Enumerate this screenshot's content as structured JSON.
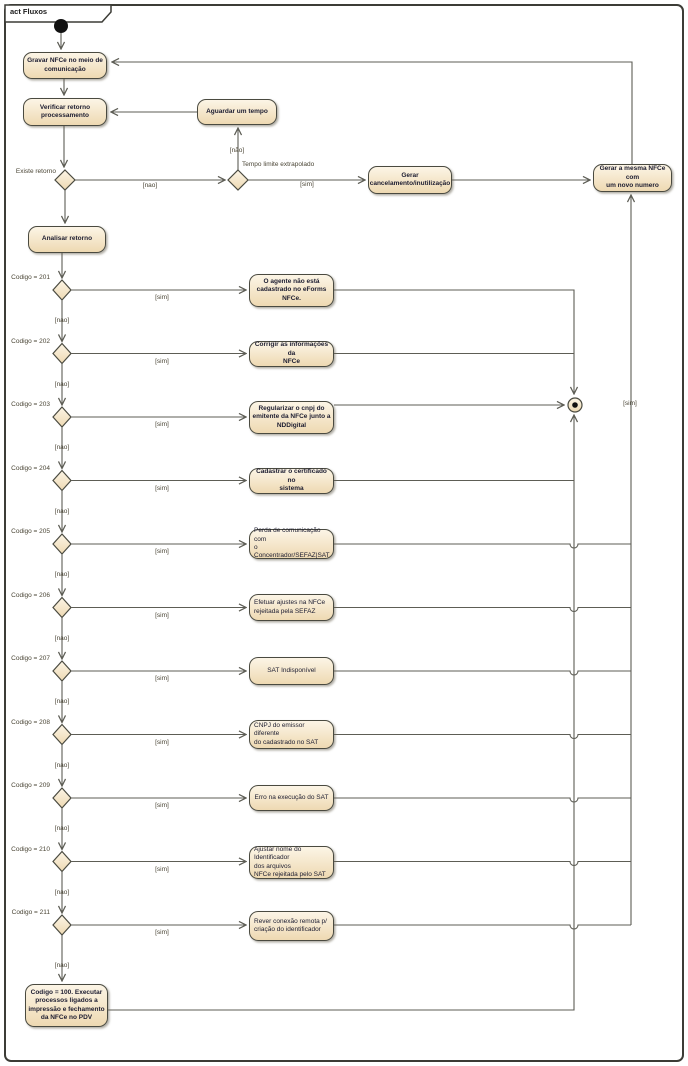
{
  "frame": {
    "title": "act Fluxos"
  },
  "colors": {
    "box_fill_top": "#fcf5e6",
    "box_fill_bottom": "#eed9b2",
    "box_border": "#4a4a40",
    "line": "#5d5d55"
  },
  "activities": {
    "gravar": "Gravar NFCe no meio de\ncomunicação",
    "verificar": "Verificar retorno\nprocessamento",
    "aguardar": "Aguardar um tempo",
    "gerar_cancelamento": "Gerar\ncancelamento/inutilização",
    "gerar_mesma_nfce": "Gerar a mesma NFCe com\num novo numero",
    "analisar": "Analisar retorno",
    "codigo_100": "Codigo = 100. Executar\nprocessos ligados a\nimpressão e fechamento\nda NFCe no PDV"
  },
  "decisions": {
    "existe_retorno": {
      "label": "Existe retorno",
      "no": "[nao]"
    },
    "tempo_limite": {
      "label": "Tempo limite extrapolado",
      "no": "[não]",
      "yes": "[sim]"
    }
  },
  "merge_guard": "[sim]",
  "rows": [
    {
      "code": "Codigo = 201",
      "no": "[nao]",
      "yes": "[sim]",
      "action": "O agente não está\ncadastrado no eForms\nNFCe.",
      "bold": true,
      "align": "center"
    },
    {
      "code": "Codigo = 202",
      "no": "[nao]",
      "yes": "[sim]",
      "action": "Corrigir as informações da\nNFCe",
      "bold": true,
      "align": "center"
    },
    {
      "code": "Codigo = 203",
      "no": "[nao]",
      "yes": "[sim]",
      "action": "Regularizar o cnpj do\nemitente da NFCe junto a\nNDDigital",
      "bold": true,
      "align": "center"
    },
    {
      "code": "Codigo = 204",
      "no": "[nao]",
      "yes": "[sim]",
      "action": "Cadastrar o certificado no\nsistema",
      "bold": true,
      "align": "center"
    },
    {
      "code": "Codigo = 205",
      "no": "[nao]",
      "yes": "[sim]",
      "action": "Perda de comunicação com\no Concentrador/SEFAZ|SAT",
      "bold": false,
      "align": "left"
    },
    {
      "code": "Codigo = 206",
      "no": "[nao]",
      "yes": "[sim]",
      "action": "Efetuar ajustes na NFCe\nrejeitada pela SEFAZ",
      "bold": false,
      "align": "left"
    },
    {
      "code": "Codigo = 207",
      "no": "[nao]",
      "yes": "[sim]",
      "action": "SAT Indisponível",
      "bold": false,
      "align": "center"
    },
    {
      "code": "Codigo = 208",
      "no": "[nao]",
      "yes": "[sim]",
      "action": "CNPJ do emissor diferente\ndo cadastrado no SAT",
      "bold": false,
      "align": "left"
    },
    {
      "code": "Codigo = 209",
      "no": "[nao]",
      "yes": "[sim]",
      "action": "Erro na execução do SAT",
      "bold": false,
      "align": "center"
    },
    {
      "code": "Codigo = 210",
      "no": "[nao]",
      "yes": "[sim]",
      "action": "Ajustar nome do Identificador\ndos arquivos\nNFCe rejeitada pelo SAT",
      "bold": false,
      "align": "left"
    },
    {
      "code": "Codigo = 211",
      "no": "[nao]",
      "yes": "[sim]",
      "action": "Rever conexão remota p/\ncriação do identificador",
      "bold": false,
      "align": "left"
    }
  ]
}
